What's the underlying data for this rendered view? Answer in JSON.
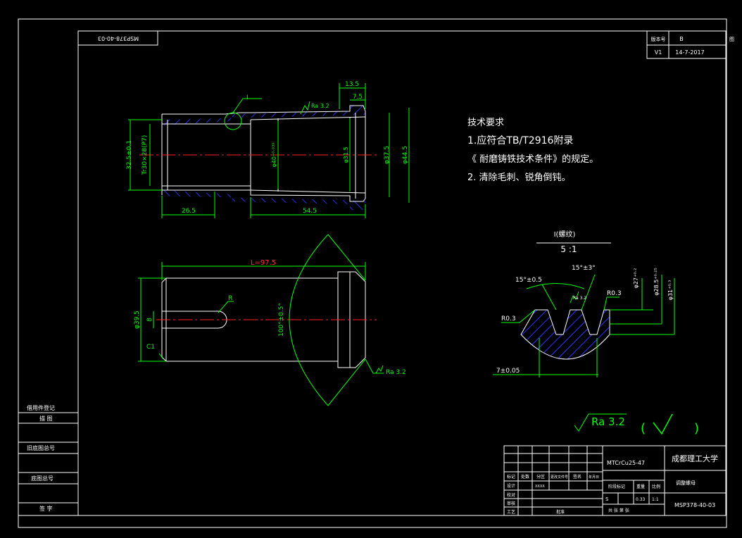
{
  "colors": {
    "background": "#000000",
    "outline": "#ffffff",
    "dimension": "#00ff00",
    "centerline": "#ff2020",
    "hatch": "#3030ff"
  },
  "frame": {
    "code_box": "MSP378-40-03",
    "rev_label": "版本号",
    "rev_value": "B",
    "version": "V1",
    "date": "14-7-2017",
    "corner_mark": "图"
  },
  "tech": {
    "title": "技术要求",
    "line1": "1.应符合TB/T2916附录",
    "line2": "《 耐磨铸铁技术条件》的规定。",
    "line3": "2. 清除毛刺、锐角倒钝。"
  },
  "view1": {
    "dim_top1": "13.5",
    "dim_top2": "7.5",
    "rough": "Ra 3.2",
    "detail_mark": "I",
    "dim_left1": "32.5±0.1",
    "dim_left2": "Tr30×28(P7)",
    "dim_mid": "φ40⁺⁰·⁰³⁹",
    "dim_in1": "φ31.5",
    "dim_in2": "φ37.5",
    "dim_in3": "φ44.5",
    "dim_bot1": "26.5",
    "dim_bot2": "54.5"
  },
  "view2": {
    "len_label": "L=97.5",
    "radius": "R",
    "dia": "φ39.5",
    "slot": "8",
    "chamfer": "C1",
    "angle": "100°±0.5°",
    "rough": "Ra 3.2"
  },
  "detail": {
    "title": "I(螺纹)",
    "scale": "5 :1",
    "ang_top": "15°±3°",
    "ang_left": "15°±0.5",
    "rough": "Ra 3.2",
    "r_right": "R0.3",
    "r_left": "R0.3",
    "dia1": "φ27⁺⁰·²",
    "dia2": "φ28.5⁺⁰·²⁵",
    "dia3": "φ31⁺⁰·³",
    "pitch": "7±0.05"
  },
  "roughness": {
    "general": "Ra 3.2",
    "paren_open": "(",
    "paren_close": ")"
  },
  "left_table": {
    "row1": "借用件登记",
    "row2": "描 图",
    "row3": "旧底图总号",
    "row4": "底图总号",
    "row5": "签 字"
  },
  "title_block": {
    "material": "MTCrCu25-47",
    "company": "成都理工大学",
    "part_name": "调整螺母",
    "drawing_no": "MSP378-40-03",
    "h_mark": "标记",
    "h_count": "处数",
    "h_zone": "分区",
    "h_doc": "更改文件号",
    "h_sign": "签名",
    "h_date": "年月日",
    "r_design": "设计",
    "r_designer": "XXXX",
    "r_check": "校对",
    "r_review": "审核",
    "r_process": "工艺",
    "r_approve": "批准",
    "stage_label": "阶段标记",
    "weight_label": "重量",
    "scale_label": "比例",
    "stage": "S",
    "weight": "0.33",
    "scale": "1:1",
    "sheets": "共 张 第 张"
  }
}
